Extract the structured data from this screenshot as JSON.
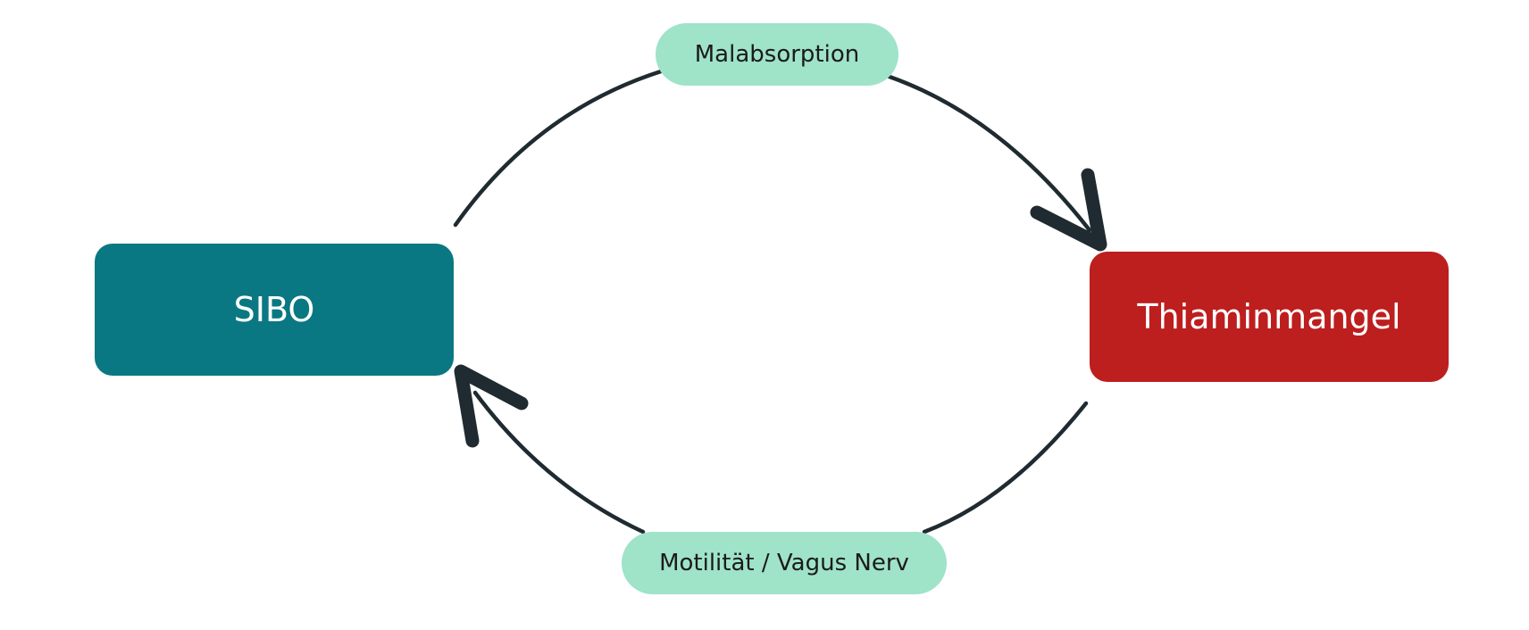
{
  "nodes": {
    "sibo": {
      "label": "SIBO",
      "color": "#0a7882"
    },
    "thiamin": {
      "label": "Thiaminmangel",
      "color": "#bd1e1e"
    }
  },
  "edges": {
    "top": {
      "label": "Malabsorption"
    },
    "bottom": {
      "label": "Motilität / Vagus Nerv"
    }
  },
  "colors": {
    "pill": "#9fe3c9",
    "arrow": "#1f2b30",
    "background": "#ffffff"
  }
}
